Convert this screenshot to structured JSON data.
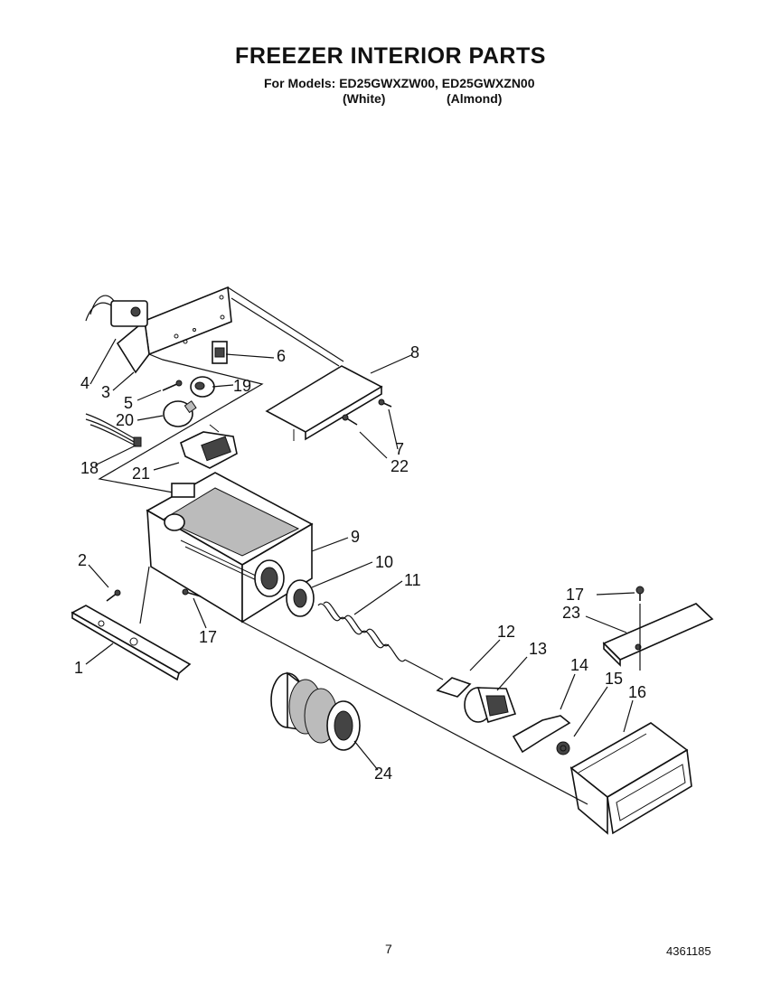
{
  "header": {
    "title": "FREEZER INTERIOR PARTS",
    "models_line": "For Models: ED25GWXZW00, ED25GWXZN00",
    "variant_white": "(White)",
    "variant_almond": "(Almond)"
  },
  "footer": {
    "page_number": "7",
    "document_number": "4361185"
  },
  "callouts": {
    "c1": "1",
    "c2": "2",
    "c3": "3",
    "c4": "4",
    "c5": "5",
    "c6": "6",
    "c7": "7",
    "c8": "8",
    "c9": "9",
    "c10": "10",
    "c11": "11",
    "c12": "12",
    "c13": "13",
    "c14": "14",
    "c15": "15",
    "c16": "16",
    "c17a": "17",
    "c17b": "17",
    "c18": "18",
    "c19": "19",
    "c20": "20",
    "c21": "21",
    "c22": "22",
    "c23": "23",
    "c24": "24"
  }
}
